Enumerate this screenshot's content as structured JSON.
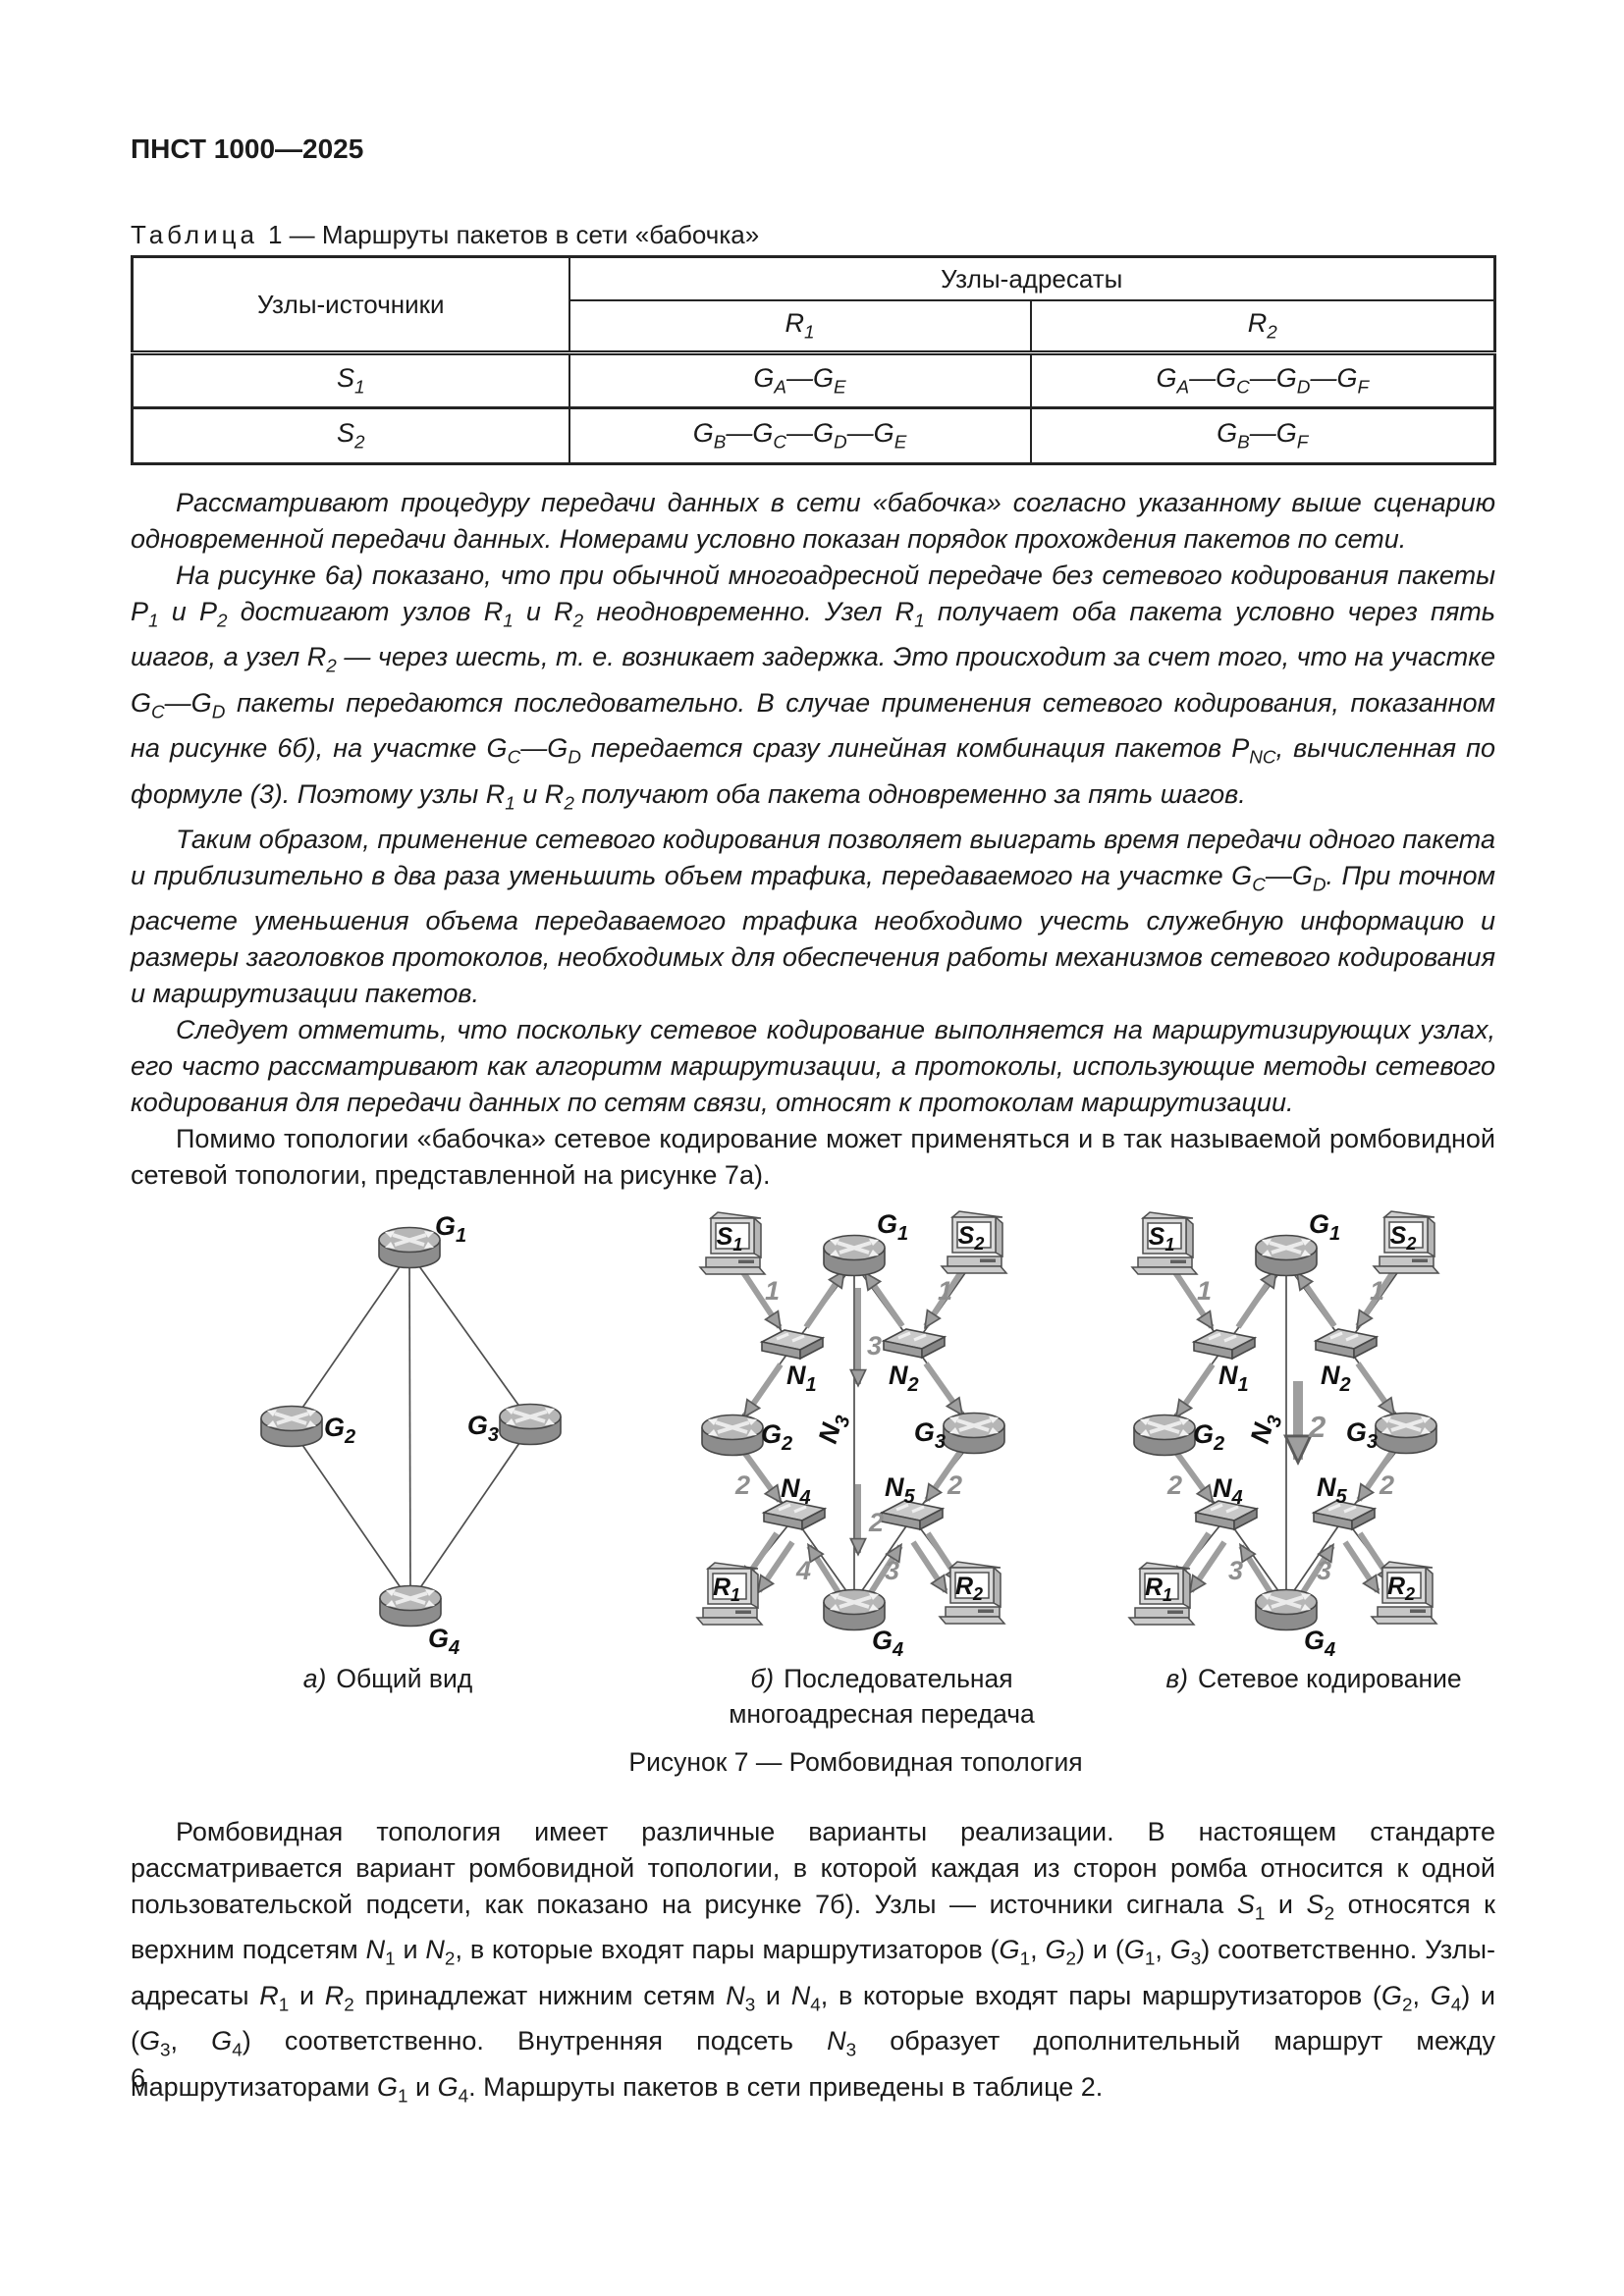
{
  "colors": {
    "text": "#1b1b1b",
    "border": "#242424",
    "arrow_gray": "#9e9e9e",
    "icon_gray": "#b6b6b6"
  },
  "page": {
    "header": "ПНСТ 1000—2025",
    "number": "6"
  },
  "table": {
    "caption_word": "Таблица",
    "caption_rest": "1 — Маршруты пакетов в сети «бабочка»",
    "col1_header": "Узлы-источники",
    "group_header": "Узлы-адресаты",
    "sub_headers": [
      "R_{1}",
      "R_{2}"
    ],
    "rows": [
      {
        "source": "S_{1}",
        "r1": "G_{A}—G_{E}",
        "r2": "G_{A}—G_{C}—G_{D}—G_{F}"
      },
      {
        "source": "S_{2}",
        "r1": "G_{B}—G_{C}—G_{D}—G_{E}",
        "r2": "G_{B}—G_{F}"
      }
    ]
  },
  "paragraphs": {
    "p1": "Рассматривают процедуру передачи данных в сети «бабочка» согласно указанному выше сценарию одновременной передачи данных. Номерами условно показан порядок прохождения пакетов по сети.",
    "p2": "На рисунке 6а) показано, что при обычной многоадресной передаче без сетевого кодирования пакеты P_{1} и P_{2} достигают узлов R_{1} и R_{2} неодновременно. Узел R_{1} получает оба пакета условно через пять шагов, а узел R_{2} — через шесть, т. е. возникает задержка. Это происходит за счет того, что на участке G_{C}—G_{D} пакеты передаются последовательно. В случае применения сетевого кодирования, показанном на рисунке 6б), на участке G_{C}—G_{D} передается сразу линейная комбинация пакетов P_{NC}, вычисленная по формуле (3). Поэтому узлы R_{1} и R_{2} получают оба пакета одновременно за пять шагов.",
    "p3": "Таким образом, применение сетевого кодирования позволяет выиграть время передачи одного пакета и приблизительно в два раза уменьшить объем трафика, передаваемого на участке G_{C}—G_{D}. При точном расчете уменьшения объема передаваемого трафика необходимо учесть служебную информацию и размеры заголовков протоколов, необходимых для обеспечения работы механизмов сетевого кодирования и маршрутизации пакетов.",
    "p4": "Следует отметить, что поскольку сетевое кодирование выполняется на маршрутизирующих узлах, его часто рассматривают как алгоритм маршрутизации, а протоколы, использующие методы сетевого кодирования для передачи данных по сетям связи, относят к протоколам маршрутизации.",
    "p5": "Помимо топологии «бабочка» сетевое кодирование может применяться и в так называемой ромбовидной сетевой топологии, представленной на рисунке 7а).",
    "bottom": "Ромбовидная топология имеет различные варианты реализации. В настоящем стандарте рассматривается вариант ромбовидной топологии, в которой каждая из сторон ромба относится к одной пользовательской подсети, как показано на рисунке 7б). Узлы — источники сигнала *S*_{1} и *S*_{2} относятся к верхним подсетям *N*_{1} и *N*_{2}, в которые входят пары маршрутизаторов (*G*_{1}, *G*_{2}) и (*G*_{1}, *G*_{3}) соответственно. Узлы-адресаты *R*_{1} и *R*_{2} принадлежат нижним сетям *N*_{3} и *N*_{4}, в которые входят пары маршрутизаторов (*G*_{2}, *G*_{4}) и (*G*_{3}, *G*_{4}) соответственно. Внутренняя подсеть *N*_{3} образует дополнительный маршрут между маршрутизаторами *G*_{1} и *G*_{4}. Маршруты пакетов в сети приведены в таблице 2."
  },
  "figure": {
    "caption": "Рисунок 7 — Ромбовидная топология",
    "panels": [
      {
        "tag": "а)",
        "title": "Общий вид"
      },
      {
        "tag": "б)",
        "title": "Последовательная",
        "title2": "многоадресная передача"
      },
      {
        "tag": "в)",
        "title": "Сетевое кодирование"
      }
    ],
    "nodes": {
      "g1": {
        "b": "G",
        "s": "1"
      },
      "g2": {
        "b": "G",
        "s": "2"
      },
      "g3": {
        "b": "G",
        "s": "3"
      },
      "g4": {
        "b": "G",
        "s": "4"
      },
      "s1": {
        "b": "S",
        "s": "1"
      },
      "s2": {
        "b": "S",
        "s": "2"
      },
      "r1": {
        "b": "R",
        "s": "1"
      },
      "r2": {
        "b": "R",
        "s": "2"
      },
      "n1": {
        "b": "N",
        "s": "1"
      },
      "n2": {
        "b": "N",
        "s": "2"
      },
      "n3": {
        "b": "N",
        "s": "3"
      },
      "n4": {
        "b": "N",
        "s": "4"
      },
      "n5": {
        "b": "N",
        "s": "5"
      }
    },
    "steps_b": {
      "s1_to_n1": "1",
      "s2_to_n2": "1",
      "g1_down": "3",
      "g2_to_n4": "2",
      "g3_to_n5": "2",
      "mid_down": "2",
      "g4_to_n4": "4",
      "g4_to_n5": "3"
    },
    "steps_c": {
      "s1_to_n1": "1",
      "s2_to_n2": "1",
      "mid_down": "2",
      "g2_to_n4": "2",
      "g3_to_n5": "2",
      "g4_to_n4": "3",
      "g4_to_n5": "3"
    }
  }
}
